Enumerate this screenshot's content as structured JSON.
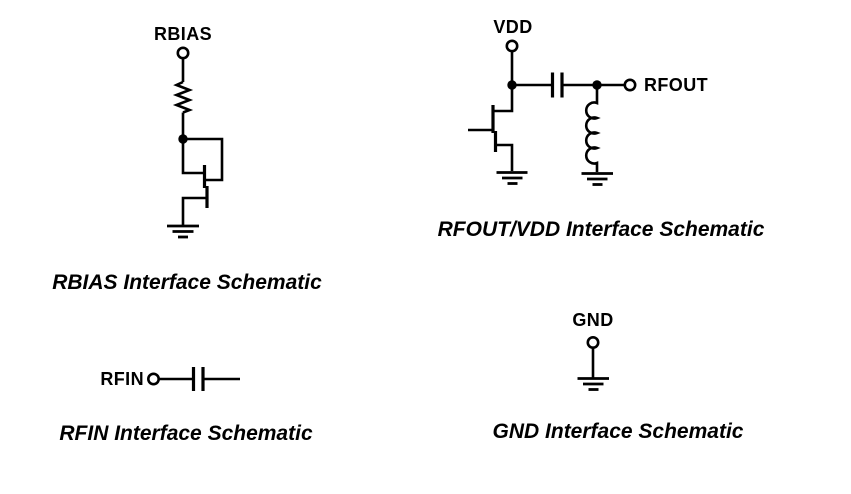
{
  "colors": {
    "ink": "#000000",
    "background": "#ffffff"
  },
  "schematics": {
    "rbias": {
      "pin_label": "RBIAS",
      "caption": "RBIAS Interface Schematic",
      "symbols": [
        "pin-terminal",
        "resistor",
        "diode-connected-nfet",
        "ground"
      ]
    },
    "rfout_vdd": {
      "vdd_pin_label": "VDD",
      "rfout_pin_label": "RFOUT",
      "caption": "RFOUT/VDD Interface Schematic",
      "symbols": [
        "pin-terminal",
        "nfet",
        "blocking-capacitor",
        "shunt-inductor",
        "ground"
      ]
    },
    "rfin": {
      "pin_label": "RFIN",
      "caption": "RFIN Interface Schematic",
      "symbols": [
        "pin-terminal",
        "series-capacitor"
      ]
    },
    "gnd": {
      "pin_label": "GND",
      "caption": "GND Interface Schematic",
      "symbols": [
        "pin-terminal",
        "ground"
      ]
    }
  }
}
